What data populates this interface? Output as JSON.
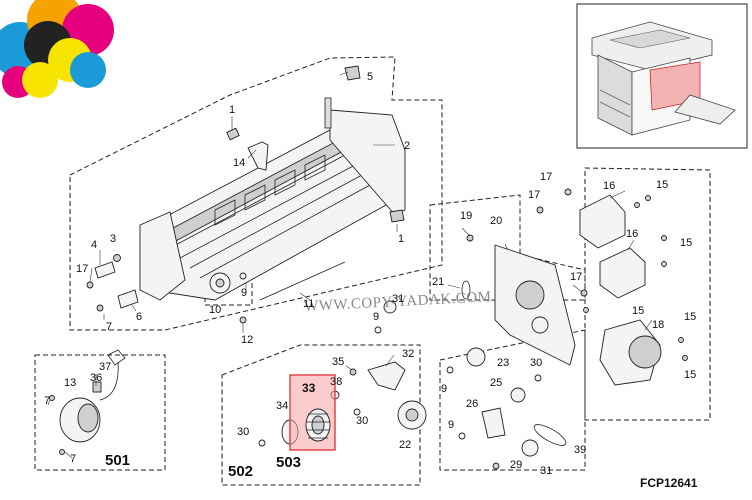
{
  "diagram": {
    "figure_code": "FCP12641",
    "watermark": "WWW.COPY-YADAK.COM",
    "group_labels": [
      {
        "id": "501",
        "text": "501"
      },
      {
        "id": "502",
        "text": "502"
      },
      {
        "id": "503",
        "text": "503"
      }
    ],
    "highlighted_part": {
      "label": "33",
      "color": "#e23a3a"
    },
    "callouts": [
      {
        "id": "c5",
        "text": "5"
      },
      {
        "id": "c1a",
        "text": "1"
      },
      {
        "id": "c14",
        "text": "14"
      },
      {
        "id": "c2",
        "text": "2"
      },
      {
        "id": "c1b",
        "text": "1"
      },
      {
        "id": "c4",
        "text": "4"
      },
      {
        "id": "c3",
        "text": "3"
      },
      {
        "id": "c17a",
        "text": "17"
      },
      {
        "id": "c6",
        "text": "6"
      },
      {
        "id": "c7a",
        "text": "7"
      },
      {
        "id": "c10",
        "text": "10"
      },
      {
        "id": "c9a",
        "text": "9"
      },
      {
        "id": "c11",
        "text": "11"
      },
      {
        "id": "c12",
        "text": "12"
      },
      {
        "id": "c31a",
        "text": "31"
      },
      {
        "id": "c9b",
        "text": "9"
      },
      {
        "id": "c13",
        "text": "13"
      },
      {
        "id": "c36",
        "text": "36"
      },
      {
        "id": "c37",
        "text": "37"
      },
      {
        "id": "c7b",
        "text": "7"
      },
      {
        "id": "c7c",
        "text": "7"
      },
      {
        "id": "c35",
        "text": "35"
      },
      {
        "id": "c32",
        "text": "32"
      },
      {
        "id": "c38",
        "text": "38"
      },
      {
        "id": "c34",
        "text": "34"
      },
      {
        "id": "c30a",
        "text": "30"
      },
      {
        "id": "c30b",
        "text": "30"
      },
      {
        "id": "c22",
        "text": "22"
      },
      {
        "id": "c19",
        "text": "19"
      },
      {
        "id": "c20",
        "text": "20"
      },
      {
        "id": "c17b",
        "text": "17"
      },
      {
        "id": "c17c",
        "text": "17"
      },
      {
        "id": "c21",
        "text": "21"
      },
      {
        "id": "c9c",
        "text": "9"
      },
      {
        "id": "c23",
        "text": "23"
      },
      {
        "id": "c30c",
        "text": "30"
      },
      {
        "id": "c25",
        "text": "25"
      },
      {
        "id": "c26",
        "text": "26"
      },
      {
        "id": "c9d",
        "text": "9"
      },
      {
        "id": "c29",
        "text": "29"
      },
      {
        "id": "c31b",
        "text": "31"
      },
      {
        "id": "c39",
        "text": "39"
      },
      {
        "id": "c16a",
        "text": "16"
      },
      {
        "id": "c15a",
        "text": "15"
      },
      {
        "id": "c16b",
        "text": "16"
      },
      {
        "id": "c15b",
        "text": "15"
      },
      {
        "id": "c17d",
        "text": "17"
      },
      {
        "id": "c15c",
        "text": "15"
      },
      {
        "id": "c18",
        "text": "18"
      },
      {
        "id": "c15d",
        "text": "15"
      },
      {
        "id": "c15e",
        "text": "15"
      }
    ]
  }
}
